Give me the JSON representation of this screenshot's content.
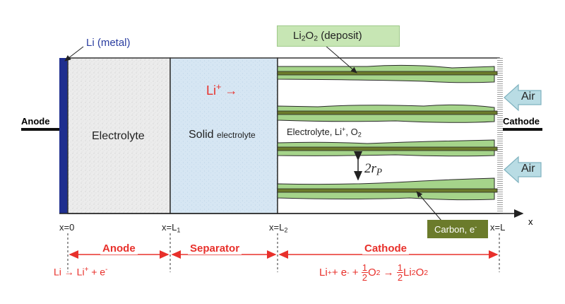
{
  "labels": {
    "li_metal": "Li (metal)",
    "li2o2_prefix": "Li",
    "li2o2_sub": "2",
    "li2o2_mid": "O",
    "li2o2_sub2": "2",
    "li2o2_suffix": " (deposit)",
    "anode_terminal": "Anode",
    "cathode_terminal": "Cathode",
    "electrolyte": "Electrolyte",
    "solid_electrolyte_main": "Solid",
    "solid_electrolyte_small": "electrolyte",
    "li_ion": "Li",
    "li_ion_sup": "+",
    "li_ion_arrow": "→",
    "cathode_electrolyte": "Electrolyte, Li",
    "cathode_electrolyte_sup": "+",
    "cathode_electrolyte_o2": ", O",
    "cathode_electrolyte_o2_sub": "2",
    "pore_label": "2r",
    "pore_sub": "P",
    "air_1": "Air",
    "air_2": "Air",
    "carbon": "Carbon, e",
    "carbon_sup": "-",
    "x_axis": "x"
  },
  "ticks": {
    "x0": "x=0",
    "xL1_base": "x=L",
    "xL1_sub": "1",
    "xL2_base": "x=L",
    "xL2_sub": "2",
    "xL": "x=L"
  },
  "regions": {
    "anode": "Anode",
    "separator": "Separator",
    "cathode": "Cathode"
  },
  "reactions": {
    "anode_a": "Li → Li",
    "anode_sup": "+",
    "anode_b": " + e",
    "anode_sup2": "-",
    "cathode_a": "Li",
    "cathode_sup1": "+",
    "cathode_b": " + e",
    "cathode_sup2": "-",
    "cathode_c": " + ",
    "frac1_num": "1",
    "frac1_den": "2",
    "cathode_d": "O",
    "cathode_sub1": "2",
    "cathode_e": " → ",
    "frac2_num": "1",
    "frac2_den": "2",
    "cathode_f": "Li",
    "cathode_sub2": "2",
    "cathode_g": "O",
    "cathode_sub3": "2"
  },
  "colors": {
    "li_metal": "#1f2f8f",
    "electrolyte": "#ececec",
    "solid_electrolyte": "#d6e6f3",
    "deposit": "#a5d48a",
    "carbon": "#6b7b2b",
    "air_arrow": "#b9dce4",
    "red": "#e8302b"
  }
}
